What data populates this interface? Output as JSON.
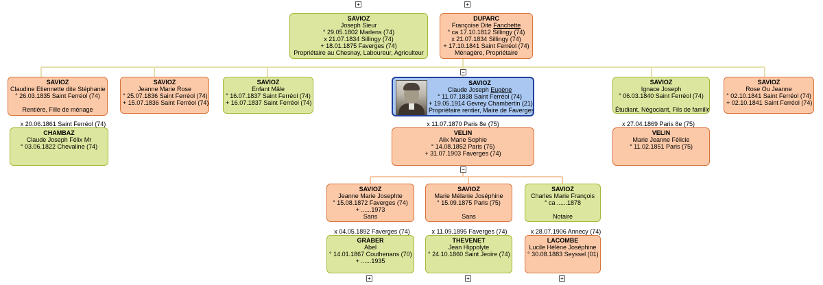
{
  "persons": {
    "p_savioz_joseph": {
      "lines": [
        "SAVIOZ",
        "Joseph Sieur",
        "° 29.05.1802 Marlens (74)",
        "x 21.07.1834 Sillingy (74)",
        "+ 18.01.1875 Faverges (74)",
        "Propriétaire au Chesnay, Laboureur, Agriculteur"
      ]
    },
    "p_duparc": {
      "lines": [
        "DUPARC",
        "Françoise Dite ",
        "Fanchette",
        "° ca 17.10.1812 Sillingy (74)",
        "x 21.07.1834 Sillingy (74)",
        "+ 17.10.1841 Saint Ferréol (74)",
        "Ménagère, Propriétaire"
      ]
    },
    "p_claudine": {
      "lines": [
        "SAVIOZ",
        "Claudine Etiennette dite Stéphanie",
        "° 26.03.1835 Saint Ferréol (74)",
        "Rentière, Fille de ménage"
      ]
    },
    "p_jeanne_marie_rose": {
      "lines": [
        "SAVIOZ",
        "Jeanne Marie Rose",
        "° 25.07.1836 Saint Ferréol (74)",
        "+ 15.07.1836 Saint Ferréol (74)"
      ]
    },
    "p_enfant_male": {
      "lines": [
        "SAVIOZ",
        "Enfant Mâle",
        "° 16.07.1837 Saint Ferréol (74)",
        "+ 16.07.1837 Saint Ferréol (74)"
      ]
    },
    "p_root": {
      "lines": [
        "SAVIOZ",
        "Claude Joseph ",
        "Eugène",
        "° 11.07.1838 Saint Ferréol (74)",
        "+ 19.05.1914 Gevrey Chambertin (21)",
        "Propriétaire rentier, Maire de Faverges"
      ]
    },
    "p_ignace": {
      "lines": [
        "SAVIOZ",
        "Ignace Joseph",
        "° 06.03.1840 Saint Ferréol (74)",
        "Étudiant, Négociant, Fils de famille"
      ]
    },
    "p_rose_ou_jeanne": {
      "lines": [
        "SAVIOZ",
        "Rose Ou Jeanne",
        "° 02.10.1841 Saint Ferréol (74)",
        "+ 02.10.1841 Saint Ferréol (74)"
      ]
    },
    "p_chambaz": {
      "lines": [
        "CHAMBAZ",
        "Claude Joseph Félix Mr",
        "° 03.06.1822 Chevaline (74)"
      ]
    },
    "p_velin_alix": {
      "lines": [
        "VELIN",
        "Alix Marie Sophie",
        "° 14.08.1852 Paris (75)",
        "+ 31.07.1903 Faverges (74)"
      ]
    },
    "p_velin_jeanne": {
      "lines": [
        "VELIN",
        "Marie Jeanne Félicie",
        "° 11.02.1851 Paris (75)"
      ]
    },
    "p_jeanne_marie_josephte": {
      "lines": [
        "SAVIOZ",
        "Jeanne Marie Josephte",
        "° 15.08.1872 Faverges (74)",
        "+ ......1973",
        "Sans"
      ]
    },
    "p_marie_melanie": {
      "lines": [
        "SAVIOZ",
        "Marie Mélanie Joséphine",
        "° 15.09.1875 Paris (75)",
        "Sans"
      ]
    },
    "p_charles": {
      "lines": [
        "SAVIOZ",
        "Charles Marie François",
        "° ca ......1878",
        "Notaire"
      ]
    },
    "p_graber": {
      "lines": [
        "GRABER",
        "Abel",
        "° 14.01.1867 Couthenans (70)",
        "+ ......1935"
      ]
    },
    "p_thevenet": {
      "lines": [
        "THEVENET",
        "Jean Hippolyte",
        "° 24.10.1860 Saint Jeoire (74)"
      ]
    },
    "p_lacombe": {
      "lines": [
        "LACOMBE",
        "Lucile Hélène Joséphine",
        "° 30.08.1883 Seyssel (01)"
      ]
    }
  },
  "marriages": {
    "m_claudine": "x 20.06.1861 Saint Ferréol (74)",
    "m_root": "x 11.07.1870 Paris 8e (75)",
    "m_ignace": "x 27.04.1869 Paris 8e (75)",
    "m_jeanne_marie_josephte": "x 04.05.1892 Faverges (74)",
    "m_marie_melanie": "x 11.09.1895 Faverges (74)",
    "m_charles": "x 28.07.1906 Annecy (74)"
  },
  "toggles": {
    "expand": "+",
    "collapse": "−"
  },
  "colors": {
    "male_fill": "#dde69e",
    "male_border": "#a5b83a",
    "female_fill": "#fbc9a8",
    "female_border": "#d9733a",
    "root_fill": "#a9c7f0",
    "root_border": "#1e3f9e",
    "connector_parents": "#e8e2b0",
    "connector_children": "#f6c9a6"
  },
  "icons": {
    "photo": "portrait-photo",
    "expand": "plus-square-icon",
    "collapse": "minus-square-icon"
  }
}
